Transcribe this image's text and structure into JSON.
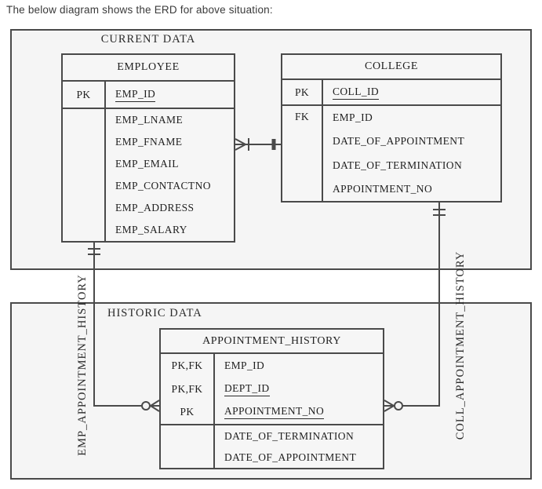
{
  "caption": "The below diagram shows the ERD for above situation:",
  "containers": {
    "current": {
      "label": "CURRENT DATA"
    },
    "historic": {
      "label": "HISTORIC DATA"
    }
  },
  "entities": {
    "employee": {
      "title": "EMPLOYEE",
      "pk_label": "PK",
      "pk": "EMP_ID",
      "attributes": [
        "EMP_LNAME",
        "EMP_FNAME",
        "EMP_EMAIL",
        "EMP_CONTACTNO",
        "EMP_ADDRESS",
        "EMP_SALARY"
      ]
    },
    "college": {
      "title": "COLLEGE",
      "pk_label": "PK",
      "pk": "COLL_ID",
      "fk_label": "FK",
      "attributes": [
        "EMP_ID",
        "DATE_OF_APPOINTMENT",
        "DATE_OF_TERMINATION",
        "APPOINTMENT_NO"
      ]
    },
    "appointment_history": {
      "title": "APPOINTMENT_HISTORY",
      "key_rows": [
        {
          "key": "PK,FK",
          "name": "EMP_ID",
          "underline": false
        },
        {
          "key": "PK,FK",
          "name": "DEPT_ID",
          "underline": true
        },
        {
          "key": "PK",
          "name": "APPOINTMENT_NO",
          "underline": true
        }
      ],
      "attributes": [
        "DATE_OF_TERMINATION",
        "DATE_OF_APPOINTMENT"
      ]
    }
  },
  "relationships": [
    {
      "from": "EMPLOYEE",
      "to": "COLLEGE",
      "label": "",
      "from_cardinality": "one-or-many",
      "to_cardinality": "one"
    },
    {
      "from": "EMPLOYEE",
      "to": "APPOINTMENT_HISTORY",
      "label": "EMP_APPOINTMENT_HISTORY",
      "from_cardinality": "one-and-only-one",
      "to_cardinality": "zero-or-many"
    },
    {
      "from": "COLLEGE",
      "to": "APPOINTMENT_HISTORY",
      "label": "COLL_APPOINTMENT_HISTORY",
      "from_cardinality": "one-and-only-one",
      "to_cardinality": "zero-or-many"
    }
  ],
  "colors": {
    "line": "#4a4a4a",
    "text": "#222222",
    "panel_bg": "#f5f5f5"
  }
}
